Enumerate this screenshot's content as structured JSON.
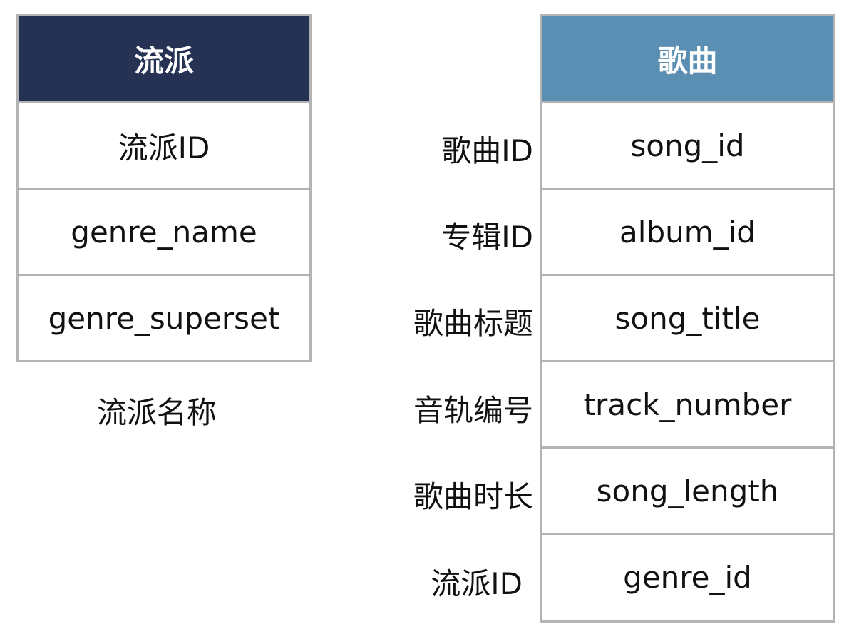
{
  "genre_table": {
    "title": "流派",
    "header_color": "#263254",
    "rows": [
      "流派ID",
      "genre_name",
      "genre_superset"
    ],
    "note": "流派名称"
  },
  "song_table": {
    "title": "歌曲",
    "header_color": "#5a8eb2",
    "rows": [
      "song_id",
      "album_id",
      "song_title",
      "track_number",
      "song_length",
      "genre_id"
    ],
    "side_labels": [
      "歌曲ID",
      "专辑ID",
      "歌曲标题",
      "音轨编号",
      "歌曲时长",
      "流派ID"
    ]
  }
}
